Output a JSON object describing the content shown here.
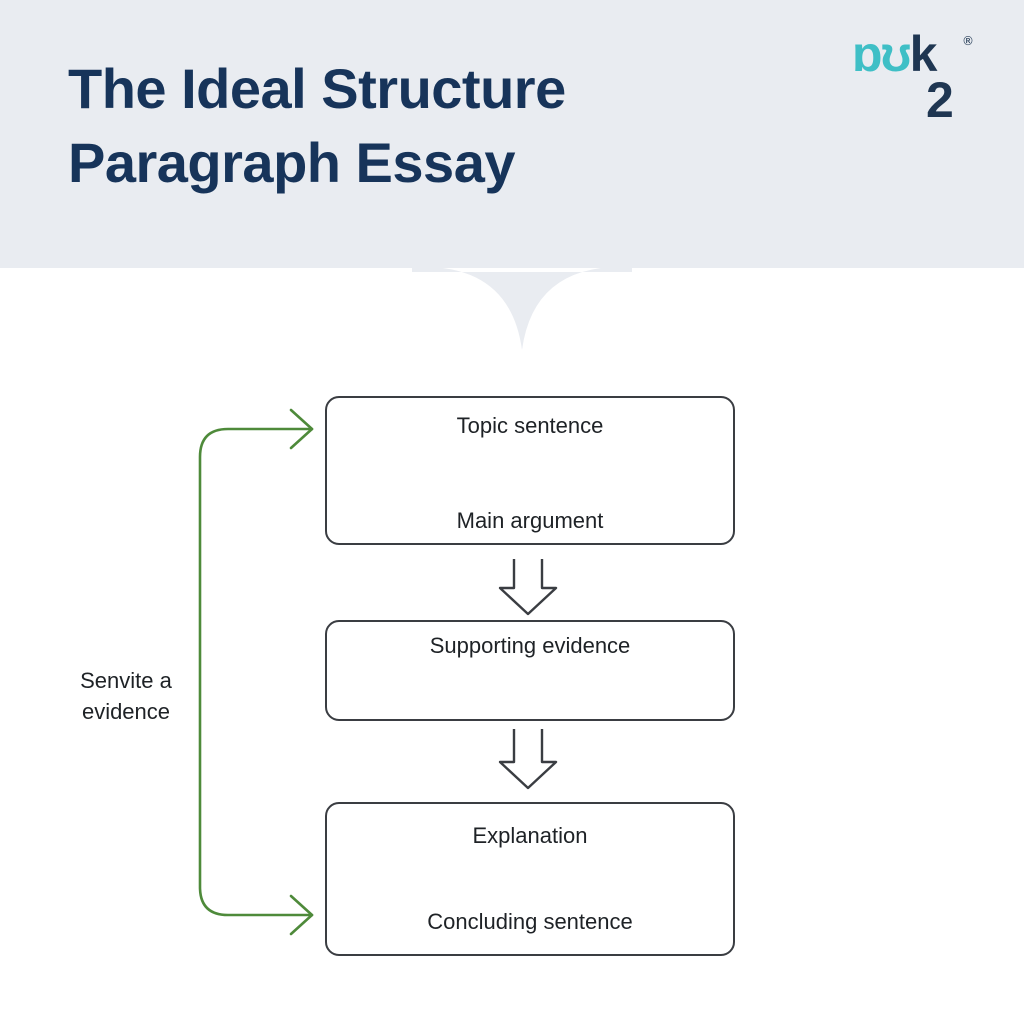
{
  "header": {
    "title_line_1": "The Ideal Structure",
    "title_line_2": "Paragraph Essay"
  },
  "logo": {
    "top_teal": "ɒʊ",
    "top_navy": "k",
    "bottom": "2",
    "registered_mark": "®"
  },
  "diagram": {
    "boxes": [
      {
        "line_1": "Topic sentence",
        "line_2": "Main argument"
      },
      {
        "line_1": "Supporting evidence"
      },
      {
        "line_1": "Explanation",
        "line_2": "Concluding sentence"
      }
    ],
    "side_label_line_1": "Senvite a",
    "side_label_line_2": "evidence"
  },
  "colors": {
    "header_background": "#e9ecf1",
    "title": "#17345a",
    "logo_teal": "#3fbfc6",
    "logo_navy": "#1f3652",
    "box_border": "#3a3d42",
    "loop_arrow": "#4e8a3a",
    "down_arrow": "#3a3d42"
  }
}
